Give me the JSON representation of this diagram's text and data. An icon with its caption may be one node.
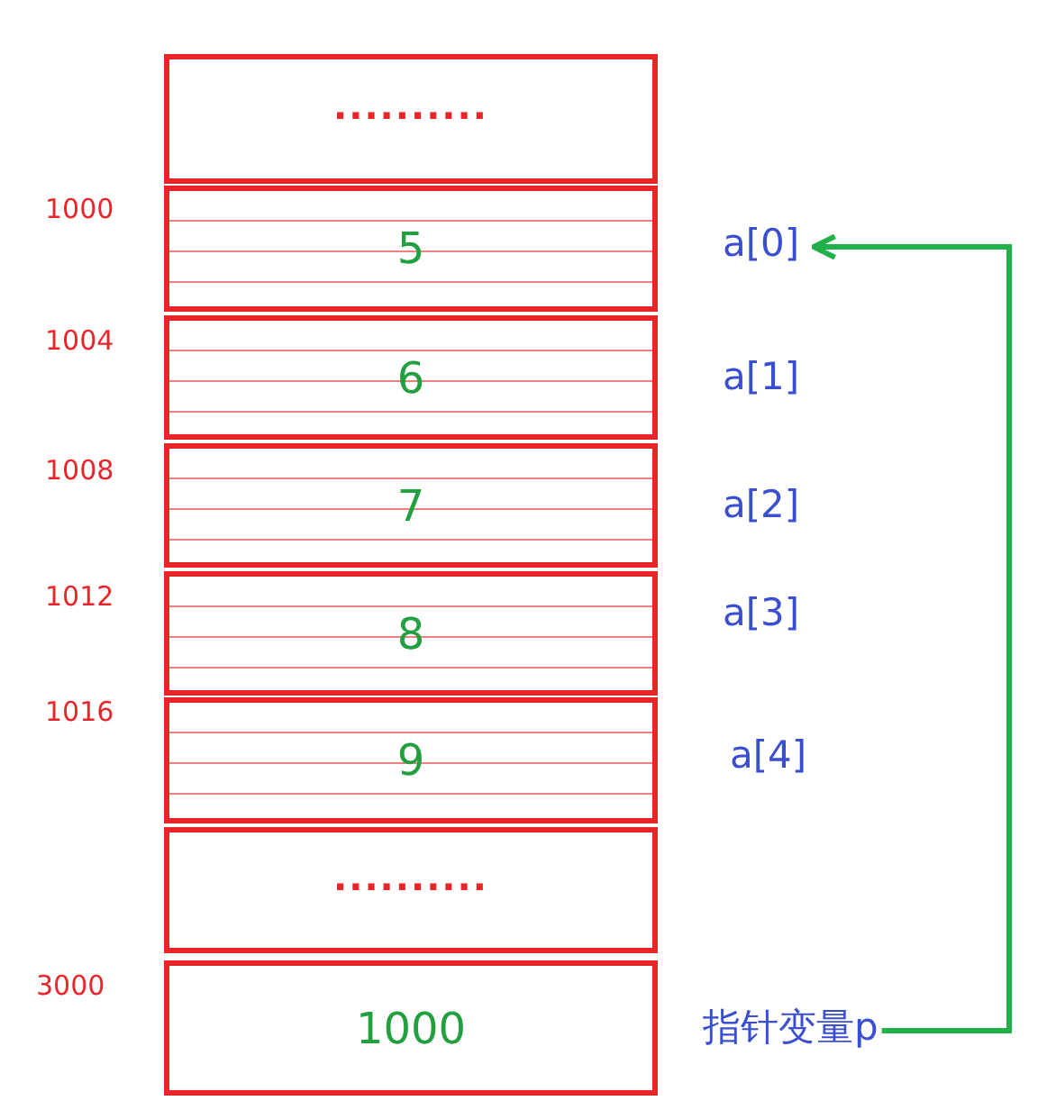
{
  "diagram": {
    "nodes": [
      {
        "text": [
          ".........."
        ]
      },
      {
        "text": [
          "5"
        ],
        "beside": [
          "1000"
        ]
      },
      {
        "text": [
          "6"
        ],
        "beside": [
          "1004"
        ]
      },
      {
        "text": [
          "7"
        ],
        "beside": [
          "1008"
        ]
      },
      {
        "text": [
          "8"
        ],
        "beside": [
          "1012"
        ]
      },
      {
        "text": [
          "9"
        ],
        "beside": [
          "1016"
        ]
      },
      {
        "text": [
          ".........."
        ]
      },
      {
        "text": [
          "1000"
        ],
        "beside": [
          "3000"
        ]
      },
      {
        "text": [
          "a[0]"
        ]
      },
      {
        "text": [
          "a[1]"
        ]
      },
      {
        "text": [
          "a[2]"
        ]
      },
      {
        "text": [
          "a[3]"
        ]
      },
      {
        "text": [
          "a[4]"
        ]
      },
      {
        "text": [
          "指针变量p"
        ]
      }
    ],
    "edges": [
      {
        "from": 13,
        "to": 8,
        "arrow": "to",
        "color": "#22b04a"
      }
    ]
  }
}
